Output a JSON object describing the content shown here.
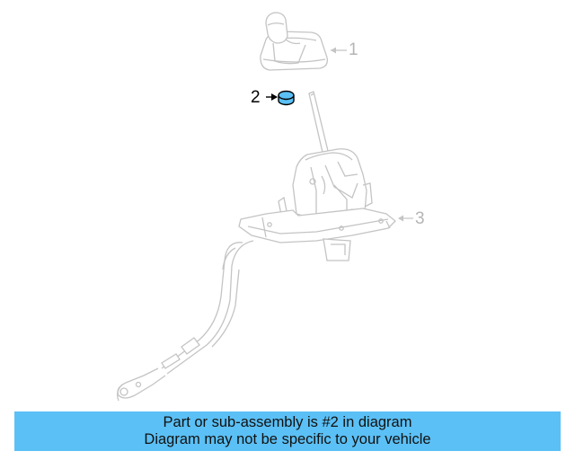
{
  "callouts": {
    "part1": "1",
    "part2": "2",
    "part3": "3"
  },
  "banner": {
    "line1": "Part or sub-assembly is #2 in diagram",
    "line2": "Diagram may not be specific to your vehicle"
  },
  "colors": {
    "banner_bg": "#5bc0f5",
    "highlight_part": "#5bc0f5",
    "faded_lines": "#c4c4c4"
  }
}
